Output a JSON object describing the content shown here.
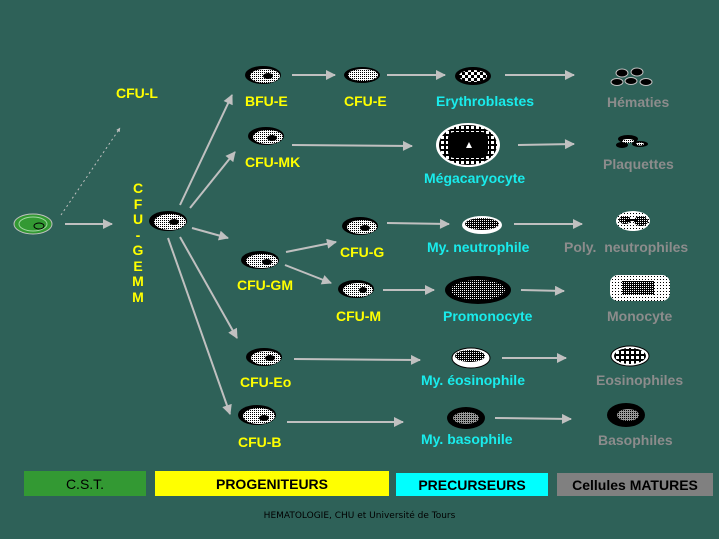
{
  "title": "Hématopoïèse — différenciation des lignées sanguines",
  "stem_cell": {
    "label": ""
  },
  "progenitors": {
    "cfu_l": "CFU-L",
    "cfu_gemm_letters": [
      "C",
      "F",
      "U",
      "-",
      "G",
      "E",
      "M",
      "M"
    ],
    "bfu_e": "BFU-E",
    "cfu_e": "CFU-E",
    "cfu_mk": "CFU-MK",
    "cfu_gm": "CFU-GM",
    "cfu_g": "CFU-G",
    "cfu_m": "CFU-M",
    "cfu_eo": "CFU-Eo",
    "cfu_b": "CFU-B"
  },
  "precursors": {
    "erythroblastes": "Erythroblastes",
    "megacaryocyte": "Mégacaryocyte",
    "my_neutrophile": "My. neutrophile",
    "promonocyte": "Promonocyte",
    "my_eosinophile": "My. éosinophile",
    "my_basophile": "My. basophile"
  },
  "mature": {
    "hematies": "Hématies",
    "plaquettes": "Plaquettes",
    "poly_neutrophiles": "Poly.  neutrophiles",
    "monocyte": "Monocyte",
    "eosinophiles": "Eosinophiles",
    "basophiles": "Basophiles"
  },
  "legend": [
    {
      "label": "C.S.T.",
      "color": "#339933"
    },
    {
      "label": "PROGENITEURS",
      "color": "#ffff00"
    },
    {
      "label": "PRECURSEURS",
      "color": "#00ffff"
    },
    {
      "label": "Cellules MATURES",
      "color": "#808080"
    }
  ],
  "footer": "HEMATOLOGIE, CHU et Université de Tours",
  "colors": {
    "background": "#2e6158",
    "progenitor_text": "#ffff00",
    "precursor_text": "#19ecec",
    "mature_text": "#8c8c8c",
    "arrow": "#c0c0c0"
  }
}
